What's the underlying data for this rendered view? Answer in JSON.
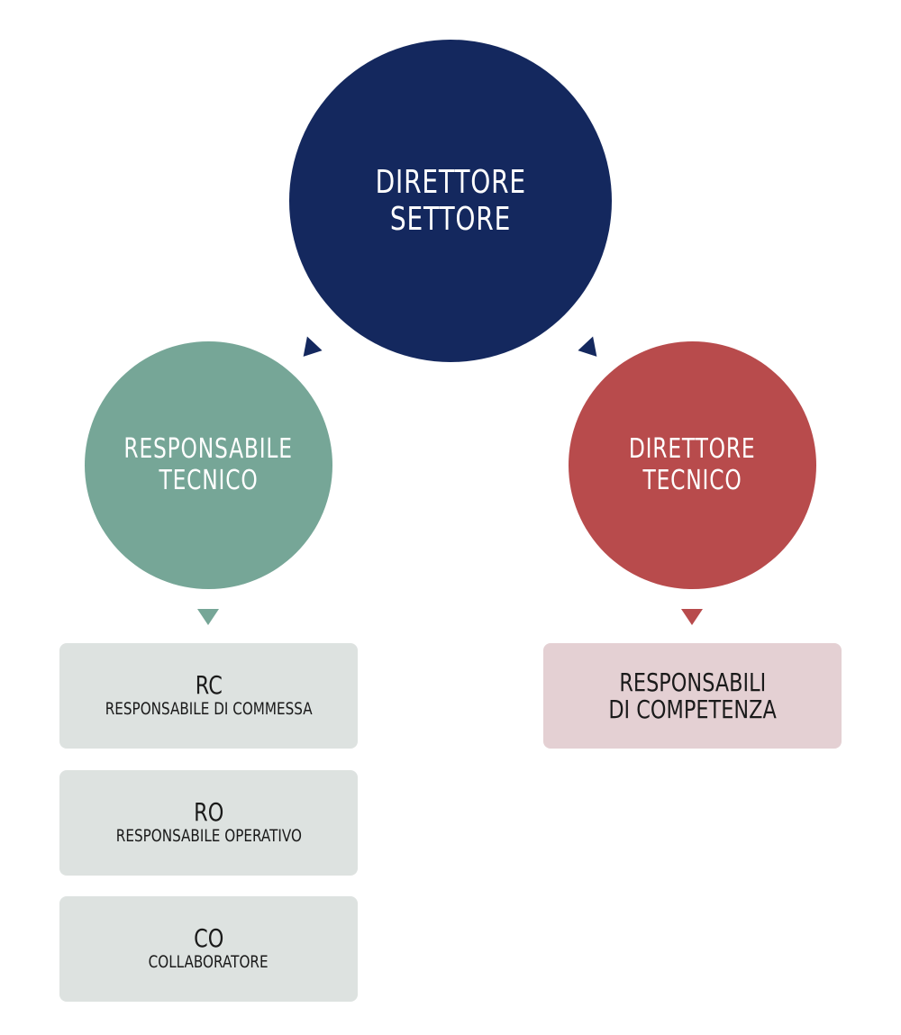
{
  "colors": {
    "navy": "#14285e",
    "teal": "#76a697",
    "red": "#b84b4c",
    "grey_box": "#dde2e0",
    "pink_box": "#e4d0d3"
  },
  "nodes": {
    "direttore_settore": {
      "line1": "DIRETTORE",
      "line2": "SETTORE"
    },
    "responsabile_tecnico": {
      "line1": "RESPONSABILE",
      "line2": "TECNICO"
    },
    "direttore_tecnico": {
      "line1": "DIRETTORE",
      "line2": "TECNICO"
    }
  },
  "roles": [
    {
      "abbr": "RC",
      "name": "RESPONSABILE DI COMMESSA"
    },
    {
      "abbr": "RO",
      "name": "RESPONSABILE OPERATIVO"
    },
    {
      "abbr": "CO",
      "name": "COLLABORATORE"
    }
  ],
  "competenza": {
    "line1": "RESPONSABILI",
    "line2": "DI COMPETENZA"
  }
}
